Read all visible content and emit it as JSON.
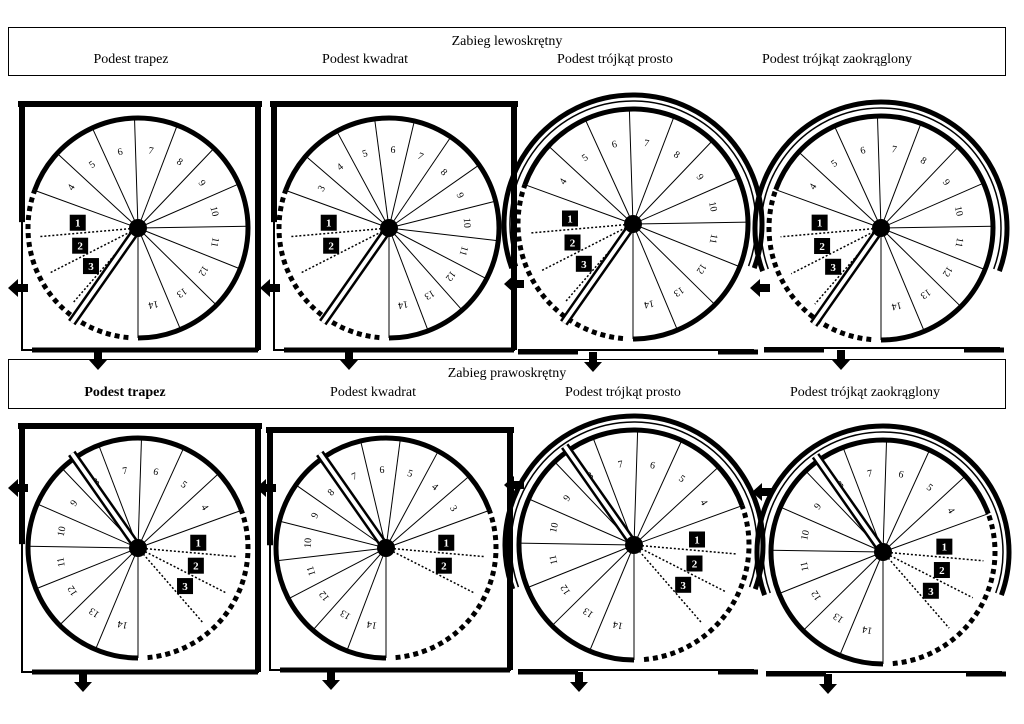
{
  "top": {
    "title": "Zabieg lewoskrętny",
    "labels": [
      "Podest trapez",
      "Podest kwadrat",
      "Podest trójkąt prosto",
      "Podest trójkąt zaokrąglony"
    ]
  },
  "bottom": {
    "title": "Zabieg prawoskrętny",
    "labels": [
      "Podest trapez",
      "Podest kwadrat",
      "Podest trójkąt prosto",
      "Podest trójkąt zaokrąglony"
    ]
  },
  "diagrams": {
    "top": [
      {
        "variant": "trapez",
        "steps": [
          "14",
          "13",
          "12",
          "11",
          "10",
          "9",
          "8",
          "7",
          "6",
          "5",
          "4"
        ],
        "landing_marks": [
          "1",
          "2",
          "3"
        ]
      },
      {
        "variant": "kwadrat",
        "steps": [
          "14",
          "13",
          "12",
          "11",
          "10",
          "9",
          "8",
          "7",
          "6",
          "5",
          "4",
          "3"
        ],
        "landing_marks": [
          "1",
          "2"
        ]
      },
      {
        "variant": "trojkat-prosto",
        "steps": [
          "14",
          "13",
          "12",
          "11",
          "10",
          "9",
          "8",
          "7",
          "6",
          "5",
          "4"
        ],
        "landing_marks": [
          "1",
          "2",
          "3"
        ]
      },
      {
        "variant": "trojkat-zaokraglony",
        "steps": [
          "14",
          "13",
          "12",
          "11",
          "10",
          "9",
          "8",
          "7",
          "6",
          "5",
          "4"
        ],
        "landing_marks": [
          "1",
          "2",
          "3"
        ]
      }
    ],
    "bottom": [
      {
        "variant": "trapez",
        "steps": [
          "14",
          "13",
          "12",
          "11",
          "10",
          "9",
          "8",
          "7",
          "6",
          "5",
          "4"
        ],
        "landing_marks": [
          "1",
          "2",
          "3"
        ]
      },
      {
        "variant": "kwadrat",
        "steps": [
          "14",
          "13",
          "12",
          "11",
          "10",
          "9",
          "8",
          "7",
          "6",
          "5",
          "4",
          "3"
        ],
        "landing_marks": [
          "1",
          "2"
        ]
      },
      {
        "variant": "trojkat-prosto",
        "steps": [
          "14",
          "13",
          "12",
          "11",
          "10",
          "9",
          "8",
          "7",
          "6",
          "5",
          "4"
        ],
        "landing_marks": [
          "1",
          "2",
          "3"
        ]
      },
      {
        "variant": "trojkat-zaokraglony",
        "steps": [
          "14",
          "13",
          "12",
          "11",
          "10",
          "9",
          "8",
          "7",
          "6",
          "5",
          "4"
        ],
        "landing_marks": [
          "1",
          "2",
          "3"
        ]
      }
    ]
  }
}
